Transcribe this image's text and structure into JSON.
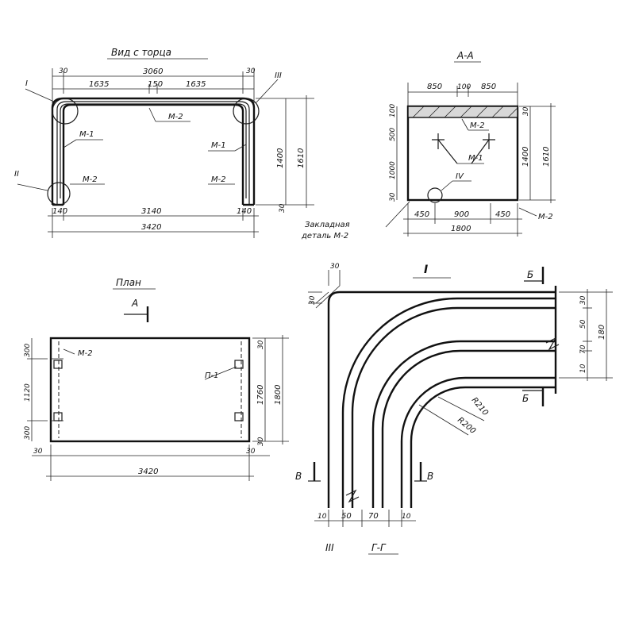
{
  "views": {
    "end_view": {
      "title": "Вид с торца",
      "dims_top": [
        "30",
        "3060",
        "30",
        "1635",
        "150",
        "1635"
      ],
      "dims_bottom": [
        "140",
        "3140",
        "140",
        "3420"
      ],
      "dims_right": [
        "30",
        "1400",
        "1610"
      ],
      "labels": [
        "M-1",
        "M-2",
        "M-1",
        "M-2",
        "M-2"
      ],
      "callouts": [
        "I",
        "II",
        "III"
      ]
    },
    "section_aa": {
      "title": "А-А",
      "dims_top": [
        "850",
        "100",
        "850"
      ],
      "dims_left": [
        "100",
        "500",
        "1000",
        "30"
      ],
      "dims_right": [
        "30",
        "1400",
        "1610"
      ],
      "dims_bottom": [
        "450",
        "900",
        "450",
        "1800"
      ],
      "labels": [
        "M-2",
        "M-1",
        "IV",
        "M-2"
      ],
      "note_line1": "Закладная",
      "note_line2": "деталь M-2"
    },
    "plan": {
      "title": "План",
      "section_mark": "А",
      "dims_left": [
        "300",
        "1120",
        "300"
      ],
      "dims_right": [
        "30",
        "1760",
        "1800",
        "30"
      ],
      "dims_bottom": [
        "30",
        "3420",
        "30"
      ],
      "labels": [
        "M-2",
        "П-1"
      ]
    },
    "detail_one": {
      "title": "I",
      "cut_b": "Б",
      "cut_v": "В",
      "dims_top": [
        "30",
        "30"
      ],
      "dims_right": [
        "30",
        "50",
        "70",
        "10",
        "180"
      ],
      "radius_outer": "R210",
      "radius_inner": "R200",
      "dims_bottom": [
        "10",
        "50",
        "70",
        "10"
      ],
      "bottom_labels": [
        "III",
        "Г-Г"
      ]
    }
  }
}
